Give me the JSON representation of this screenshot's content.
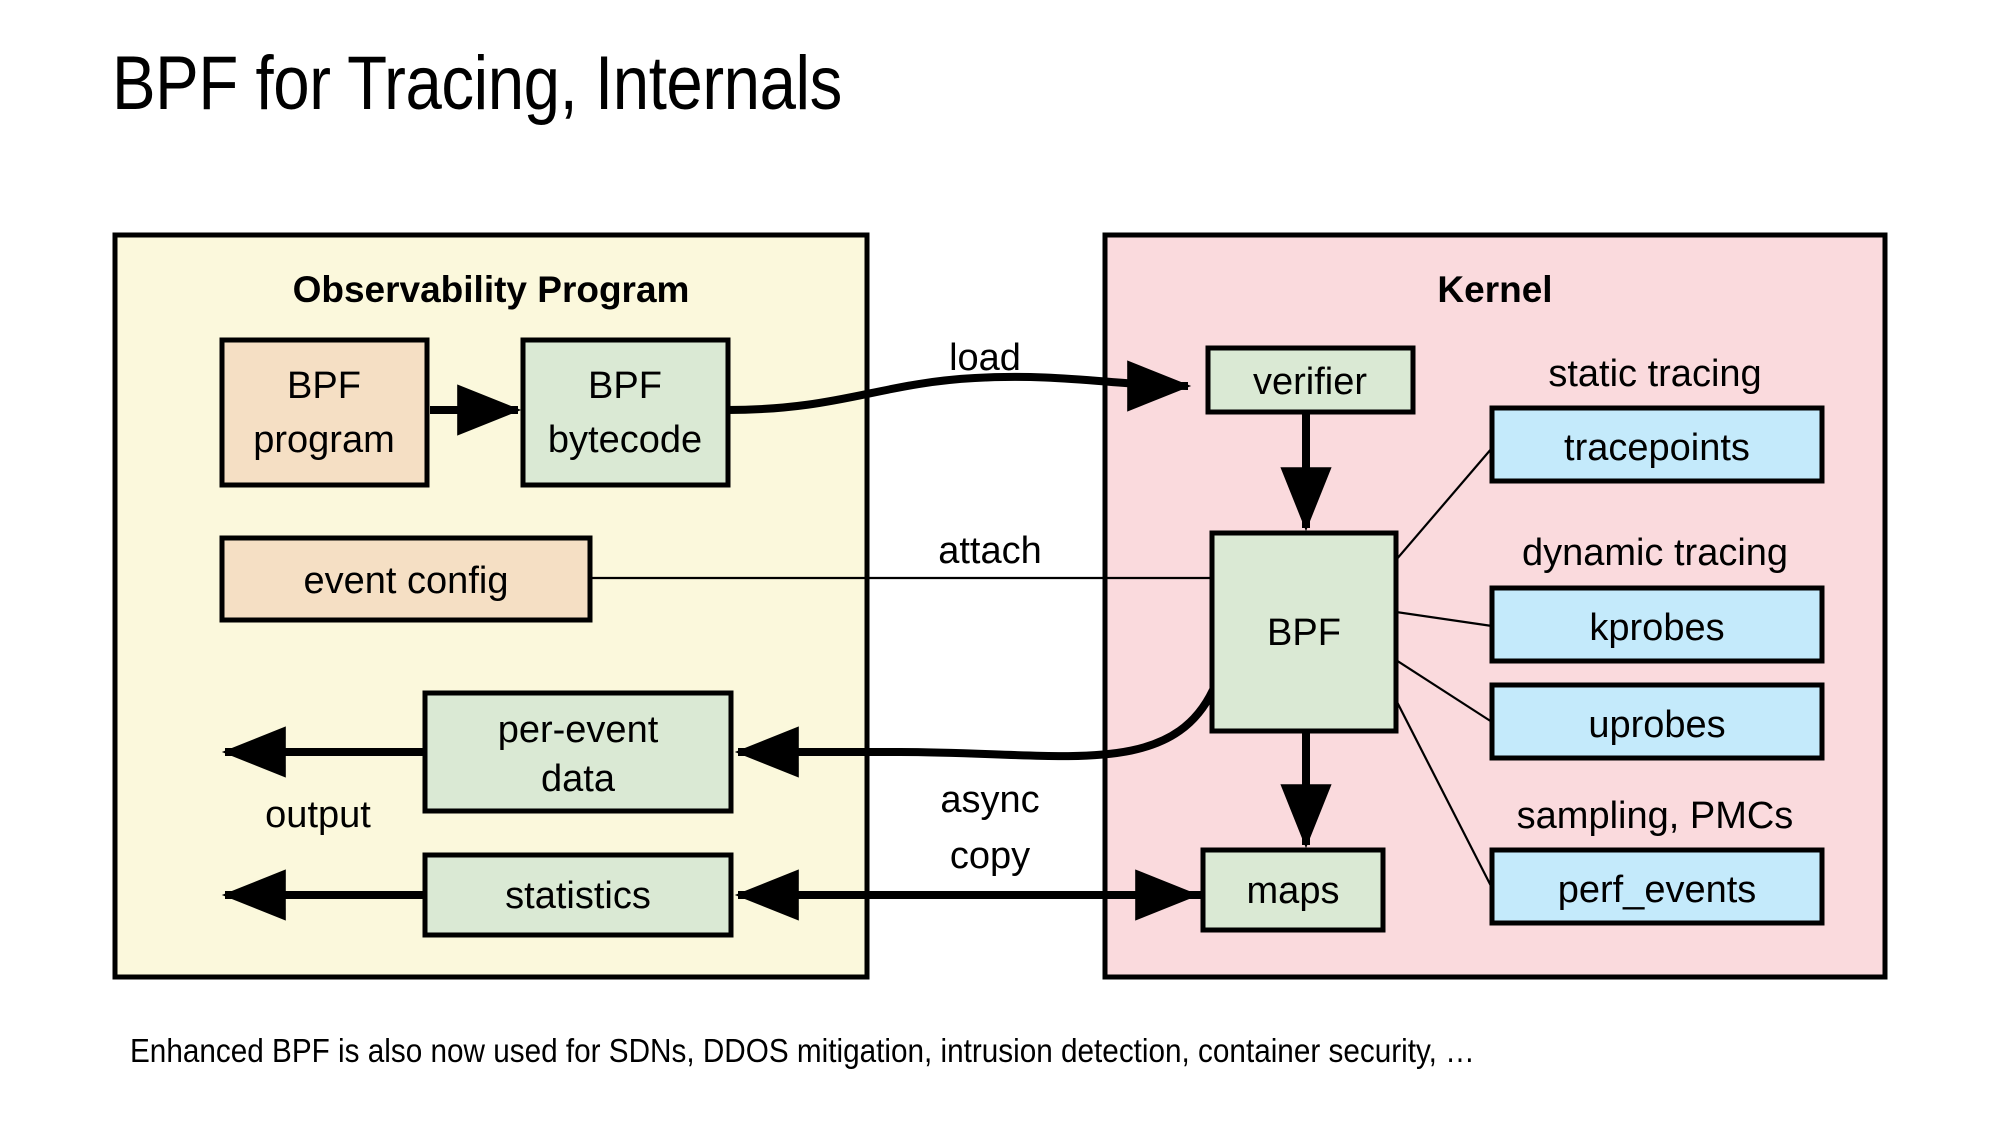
{
  "slide": {
    "title": "BPF for Tracing, Internals",
    "footnote": "Enhanced BPF is also now used for SDNs, DDOS mitigation, intrusion detection, container security, …"
  },
  "colors": {
    "user_panel_fill": "#fbf8dc",
    "kernel_panel_fill": "#fadadd",
    "source_box_fill": "#f5dfc4",
    "bpf_box_fill": "#dae9d4",
    "event_box_fill": "#c4eafb",
    "stroke": "#000000",
    "page_background": "#ffffff"
  },
  "panels": {
    "user": {
      "title": "Observability Program"
    },
    "kernel": {
      "title": "Kernel"
    }
  },
  "user_boxes": [
    {
      "id": "bpf-program",
      "label_line1": "BPF",
      "label_line2": "program",
      "fill_key": "source_box_fill"
    },
    {
      "id": "bpf-bytecode",
      "label_line1": "BPF",
      "label_line2": "bytecode",
      "fill_key": "bpf_box_fill"
    },
    {
      "id": "event-config",
      "label_line1": "event config",
      "label_line2": "",
      "fill_key": "source_box_fill"
    },
    {
      "id": "per-event-data",
      "label_line1": "per-event",
      "label_line2": "data",
      "fill_key": "bpf_box_fill"
    },
    {
      "id": "statistics",
      "label_line1": "statistics",
      "label_line2": "",
      "fill_key": "bpf_box_fill"
    }
  ],
  "kernel_boxes": [
    {
      "id": "verifier",
      "label": "verifier",
      "fill_key": "bpf_box_fill"
    },
    {
      "id": "bpf",
      "label": "BPF",
      "fill_key": "bpf_box_fill"
    },
    {
      "id": "maps",
      "label": "maps",
      "fill_key": "bpf_box_fill"
    }
  ],
  "event_sources": [
    {
      "id": "tracepoints",
      "group": "static tracing",
      "label": "tracepoints"
    },
    {
      "id": "kprobes",
      "group": "dynamic tracing",
      "label": "kprobes"
    },
    {
      "id": "uprobes",
      "group": "",
      "label": "uprobes"
    },
    {
      "id": "perf_events",
      "group": "sampling, PMCs",
      "label": "perf_events"
    }
  ],
  "edge_labels": [
    {
      "id": "load",
      "text": "load"
    },
    {
      "id": "attach",
      "text": "attach"
    },
    {
      "id": "output",
      "text": "output"
    },
    {
      "id": "async",
      "line1": "async",
      "line2": "copy"
    }
  ]
}
